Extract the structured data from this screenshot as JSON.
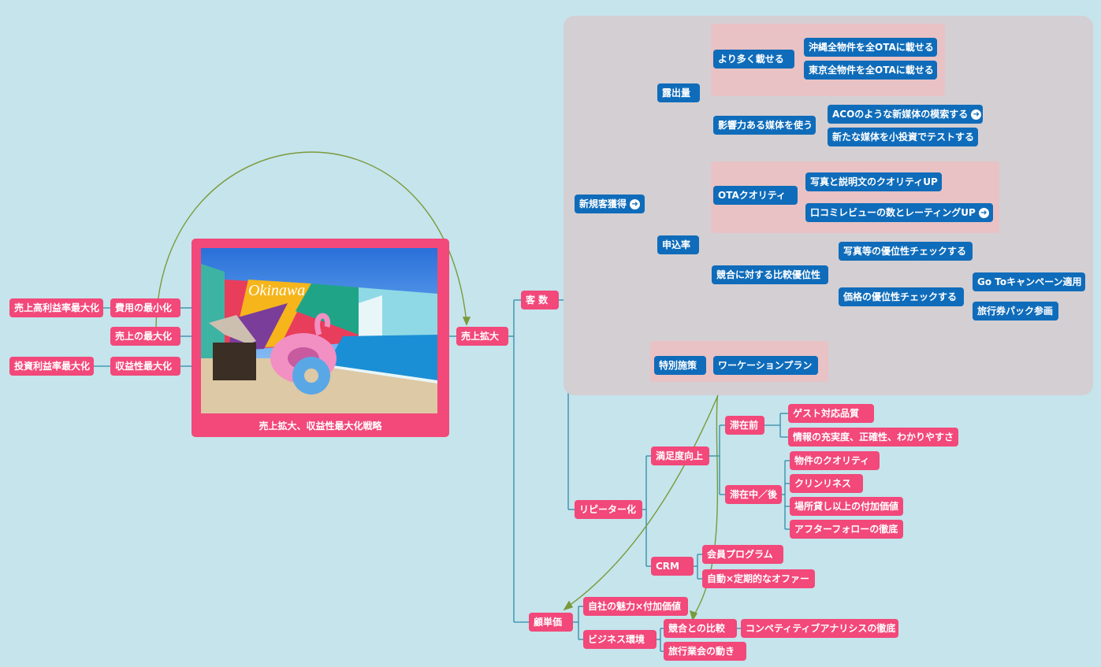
{
  "colors": {
    "background": "#c5e4ec",
    "pink": "#f2487a",
    "blue": "#0f6cba",
    "panel": "#d4cfd3",
    "highlight": "#e8c2c4",
    "line": "#2f8aa8",
    "relation": "#7a9a3a"
  },
  "image": {
    "caption": "売上拡大、収益性最大化戦略",
    "description_icon": "pool-photo"
  },
  "left": {
    "root": "売上拡大",
    "cost": "費用の最小化",
    "sales": "売上の最大化",
    "profit": "収益性最大化",
    "gross_margin": "売上高利益率最大化",
    "roi": "投資利益率最大化"
  },
  "customers": {
    "label": "客 数",
    "new": {
      "label": "新規客獲得",
      "exposure": {
        "label": "露出量",
        "more_listings": {
          "label": "より多く載せる",
          "items": [
            "沖縄全物件を全OTAに載せる",
            "東京全物件を全OTAに載せる"
          ]
        },
        "media": {
          "label": "影響力ある媒体を使う",
          "items": [
            "ACOのような新媒体の模索する",
            "新たな媒体を小投資でテストする"
          ]
        }
      },
      "booking": {
        "label": "申込率",
        "ota": {
          "label": "OTAクオリティ",
          "items": [
            "写真と説明文のクオリティUP",
            "口コミレビューの数とレーティングUP"
          ]
        },
        "compare": {
          "label": "競合に対する比較優位性",
          "photo_check": "写真等の優位性チェックする",
          "price": {
            "label": "価格の優位性チェックする",
            "items": [
              "Go Toキャンペーン適用",
              "旅行券パック参画"
            ]
          }
        }
      },
      "special": {
        "label": "特別施策",
        "item": "ワーケーションプラン"
      }
    },
    "repeat": {
      "label": "リピーター化",
      "satisfaction": {
        "label": "満足度向上",
        "before": {
          "label": "滞在前",
          "items": [
            "ゲスト対応品質",
            "情報の充実度、正確性、わかりやすさ"
          ]
        },
        "during": {
          "label": "滞在中／後",
          "items": [
            "物件のクオリティ",
            "クリンリネス",
            "場所貸し以上の付加価値",
            "アフターフォローの徹底"
          ]
        }
      },
      "crm": {
        "label": "CRM",
        "items": [
          "会員プログラム",
          "自動×定期的なオファー"
        ]
      }
    }
  },
  "unit_price": {
    "label": "顧単価",
    "value": "自社の魅力×付加価値",
    "environment": {
      "label": "ビジネス環境",
      "competition": {
        "label": "競合との比較",
        "item": "コンペティティブアナリシスの徹底"
      },
      "industry": "旅行業会の動き"
    }
  }
}
